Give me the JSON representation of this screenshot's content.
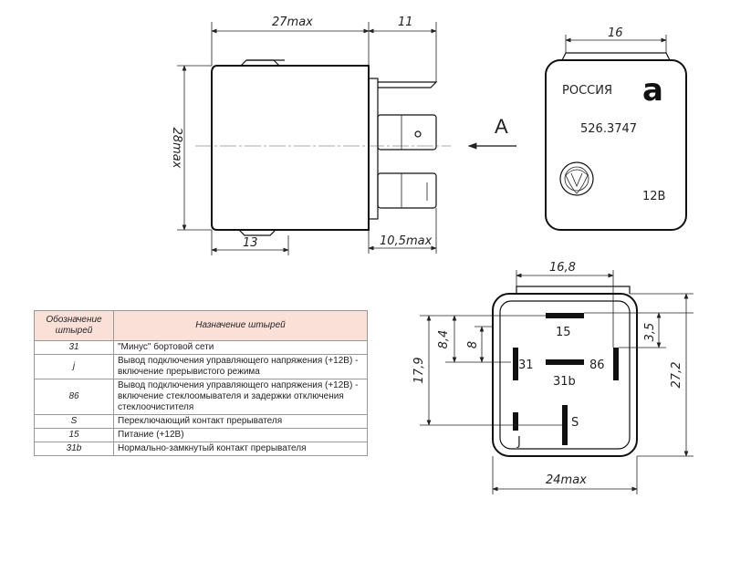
{
  "side_view": {
    "dim_width": "27max",
    "dim_pin_len": "11",
    "dim_height": "28max",
    "dim_bottom": "13",
    "dim_pin_bottom": "10,5max"
  },
  "arrow_label": "A",
  "front_view": {
    "dim_top": "16",
    "country": "РОССИЯ",
    "model": "526.3747",
    "voltage": "12В",
    "logo_letter": "a"
  },
  "pin_view": {
    "dim_top": "16,8",
    "dim_8_4": "8,4",
    "dim_8": "8",
    "dim_17_9": "17,9",
    "dim_3_5": "3,5",
    "dim_27_2": "27,2",
    "dim_bottom": "24max",
    "pins": {
      "p15": "15",
      "p31": "31",
      "p86": "86",
      "p31b": "31b",
      "pS": "S",
      "pJ": "J"
    }
  },
  "table": {
    "header_code": "Обозначение штырей",
    "header_desc": "Назначение штырей",
    "rows": [
      {
        "code": "31",
        "desc": "\"Минус\" бортовой сети"
      },
      {
        "code": "j",
        "desc": "Вывод подключения управляющего напряжения (+12В) - включение прерывистого режима"
      },
      {
        "code": "86",
        "desc": "Вывод подключения управляющего напряжения (+12В) - включение стеклоомывателя и задержки отключения стеклоочистителя"
      },
      {
        "code": "S",
        "desc": "Переключающий контакт прерывателя"
      },
      {
        "code": "15",
        "desc": "Питание (+12В)"
      },
      {
        "code": "31b",
        "desc": "Нормально-замкнутый контакт прерывателя"
      }
    ]
  }
}
